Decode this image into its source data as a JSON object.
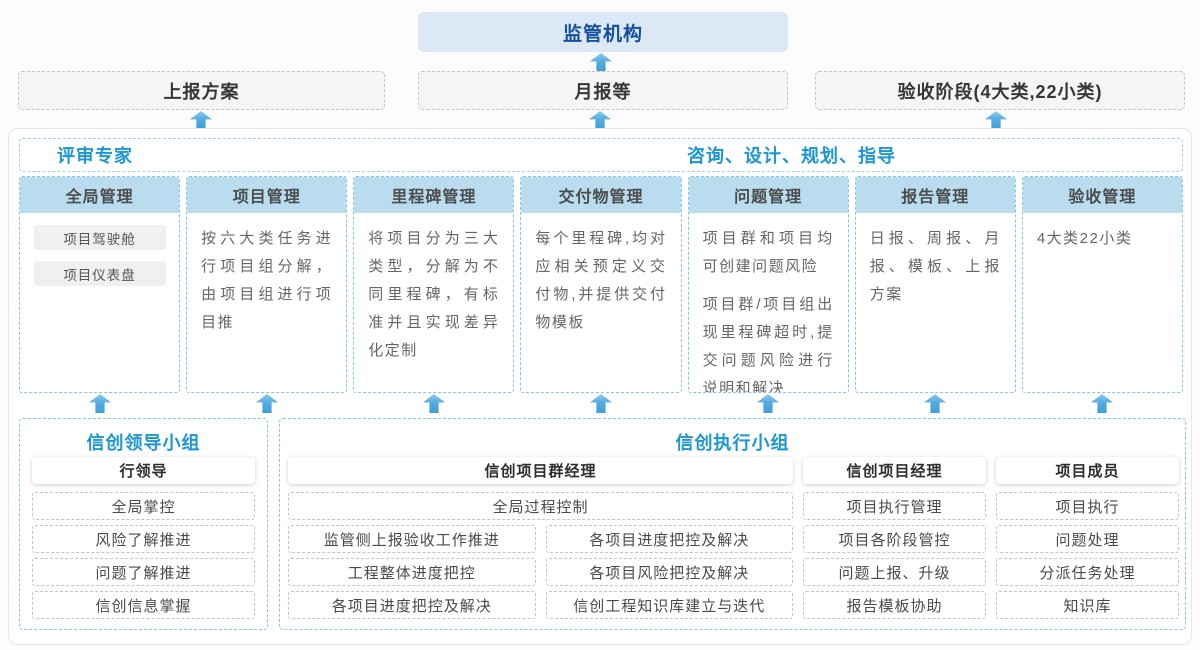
{
  "colors": {
    "accent_blue": "#1b96d6",
    "dark_blue": "#15509c",
    "column_header_fill": "#b9dcee",
    "regulator_fill": "#dce8f5",
    "arrow_blue": "#3f9fd9"
  },
  "top": {
    "regulator": "监管机构",
    "channels": [
      "上报方案",
      "月报等",
      "验收阶段(4大类,22小类)"
    ]
  },
  "main": {
    "advisor_left": "评审专家",
    "advisor_right": "咨询、设计、规划、指导",
    "columns": [
      {
        "header": "全局管理",
        "chips": [
          "项目驾驶舱",
          "项目仪表盘"
        ]
      },
      {
        "header": "项目管理",
        "paragraphs": [
          "按六大类任务进行项目组分解，由项目组进行项目推"
        ]
      },
      {
        "header": "里程碑管理",
        "paragraphs": [
          "将项目分为三大类型，分解为不同里程碑，有标准并且实现差异化定制"
        ]
      },
      {
        "header": "交付物管理",
        "paragraphs": [
          "每个里程碑,均对应相关预定义交付物,并提供交付物模板"
        ]
      },
      {
        "header": "问题管理",
        "paragraphs": [
          "项目群和项目均可创建问题风险",
          "项目群/项目组出现里程碑超时,提交问题风险进行说明和解决"
        ]
      },
      {
        "header": "报告管理",
        "paragraphs": [
          "日报、周报、月报、模板、上报方案"
        ]
      },
      {
        "header": "验收管理",
        "paragraphs": [
          "4大类22小类"
        ]
      }
    ]
  },
  "bottom": {
    "leader_group": {
      "title": "信创领导小组",
      "role": "行领导",
      "items": [
        "全局掌控",
        "风险了解推进",
        "问题了解推进",
        "信创信息掌握"
      ]
    },
    "exec_group": {
      "title": "信创执行小组",
      "pgm_role": "信创项目群经理",
      "pgm_full_item": "全局过程控制",
      "pgm_left_items": [
        "监管侧上报验收工作推进",
        "工程整体进度把控",
        "各项目进度把控及解决"
      ],
      "pgm_right_items": [
        "各项目进度把控及解决",
        "各项目风险把控及解决",
        "信创工程知识库建立与迭代"
      ],
      "pm_role": "信创项目经理",
      "pm_items": [
        "项目执行管理",
        "项目各阶段管控",
        "问题上报、升级",
        "报告模板协助"
      ],
      "member_role": "项目成员",
      "member_items": [
        "项目执行",
        "问题处理",
        "分派任务处理",
        "知识库"
      ]
    }
  }
}
